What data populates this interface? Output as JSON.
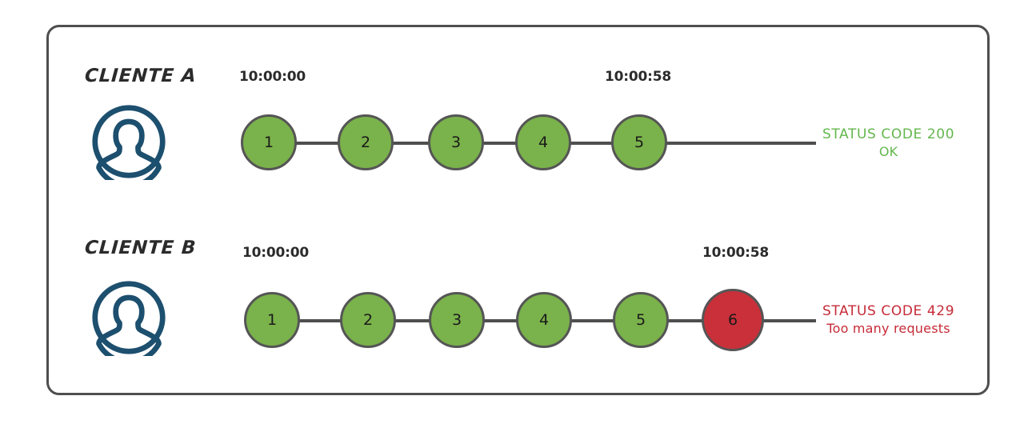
{
  "diagram": {
    "title_hidden": "",
    "frame": {
      "border_color": "#4e4e4e"
    },
    "colors": {
      "node_ok": "#7AB24B",
      "node_error": "#C9303A",
      "node_stroke": "#555555",
      "track": "#4e4e4e",
      "avatar": "#1d4f6e",
      "status_ok_text": "#63B74D",
      "status_error_text": "#C62B38",
      "label_text": "#2b2b2b"
    },
    "rows": [
      {
        "id": "client-a",
        "label": "CLIENTE A",
        "avatar_icon": "user-avatar-icon",
        "start_time": "10:00:00",
        "end_time": "10:00:58",
        "nodes": [
          {
            "number": "1",
            "state": "ok"
          },
          {
            "number": "2",
            "state": "ok"
          },
          {
            "number": "3",
            "state": "ok"
          },
          {
            "number": "4",
            "state": "ok"
          },
          {
            "number": "5",
            "state": "ok"
          }
        ],
        "status": {
          "title": "STATUS CODE 200",
          "subtitle": "OK",
          "state": "ok"
        }
      },
      {
        "id": "client-b",
        "label": "CLIENTE B",
        "avatar_icon": "user-avatar-icon",
        "start_time": "10:00:00",
        "end_time": "10:00:58",
        "nodes": [
          {
            "number": "1",
            "state": "ok"
          },
          {
            "number": "2",
            "state": "ok"
          },
          {
            "number": "3",
            "state": "ok"
          },
          {
            "number": "4",
            "state": "ok"
          },
          {
            "number": "5",
            "state": "ok"
          },
          {
            "number": "6",
            "state": "error"
          }
        ],
        "status": {
          "title": "STATUS CODE 429",
          "subtitle": "Too many requests",
          "state": "error"
        }
      }
    ]
  }
}
